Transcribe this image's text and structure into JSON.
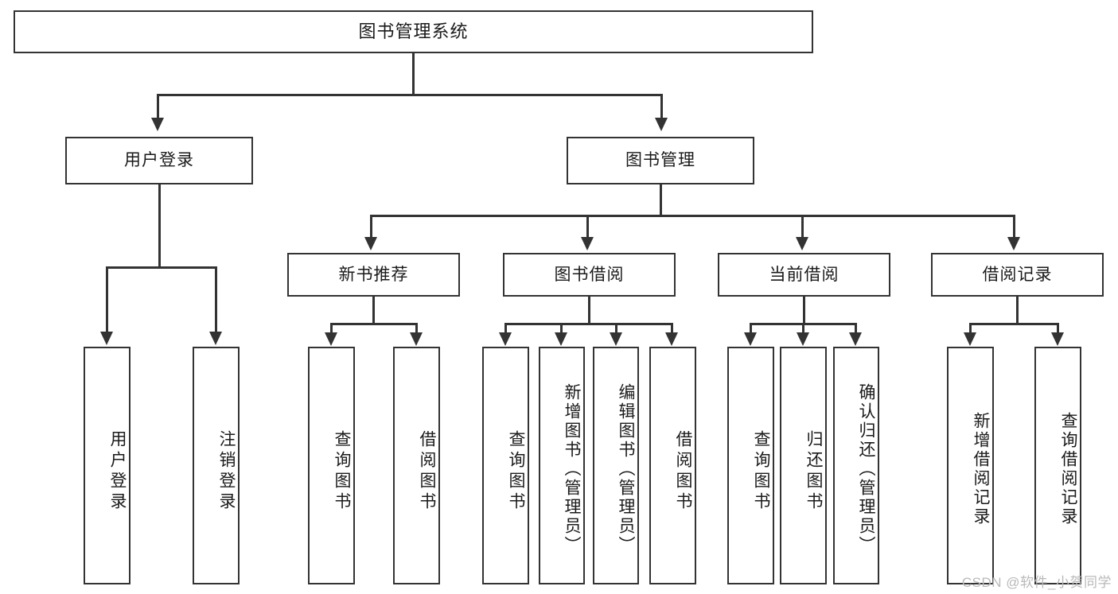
{
  "diagram": {
    "title": "图书管理系统",
    "type": "tree-hierarchy",
    "watermark": "CSDN @软件_小贺同学",
    "colors": {
      "stroke": "#333333",
      "fill": "#ffffff",
      "text": "#1a1a1a",
      "watermark": "#b9b9b9"
    }
  },
  "root": {
    "label": "图书管理系统"
  },
  "level2": [
    {
      "label": "用户登录"
    },
    {
      "label": "图书管理"
    }
  ],
  "level3": [
    {
      "label": "新书推荐"
    },
    {
      "label": "图书借阅"
    },
    {
      "label": "当前借阅"
    },
    {
      "label": "借阅记录"
    }
  ],
  "leaves": {
    "user_login": [
      {
        "label": "用户登录"
      },
      {
        "label": "注销登录"
      }
    ],
    "new_book_recommend": [
      {
        "label": "查询图书"
      },
      {
        "label": "借阅图书"
      }
    ],
    "book_borrow": [
      {
        "label": "查询图书"
      },
      {
        "label": "新增图书（管理员）"
      },
      {
        "label": "编辑图书（管理员）"
      },
      {
        "label": "借阅图书"
      }
    ],
    "current_borrow": [
      {
        "label": "查询图书"
      },
      {
        "label": "归还图书"
      },
      {
        "label": "确认归还（管理员）"
      }
    ],
    "borrow_record": [
      {
        "label": "新增借阅记录"
      },
      {
        "label": "查询借阅记录"
      }
    ]
  }
}
